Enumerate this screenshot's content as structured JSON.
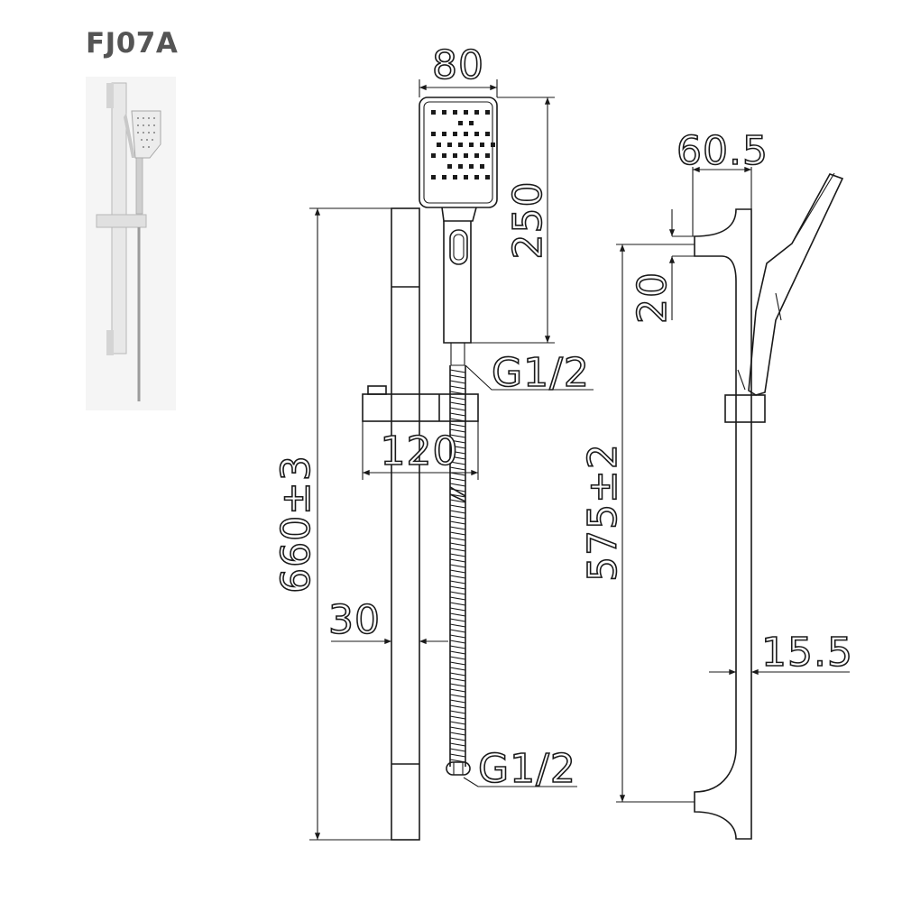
{
  "model_code": "FJ07A",
  "colors": {
    "line": "#1a1a1a",
    "heading": "#555555",
    "photo_bg": "#f3f3f3",
    "chrome": "#d9d9d9"
  },
  "dimensions": {
    "head_width": "80",
    "head_length": "250",
    "slider_width": "120",
    "overall_height": "660±3",
    "bar_width": "30",
    "hook_offset": "60.5",
    "hook_height": "20",
    "bracket_spacing": "575±2",
    "wall_gap": "15.5"
  },
  "thread_labels": {
    "hose_top": "G1/2",
    "hose_bottom": "G1/2"
  }
}
